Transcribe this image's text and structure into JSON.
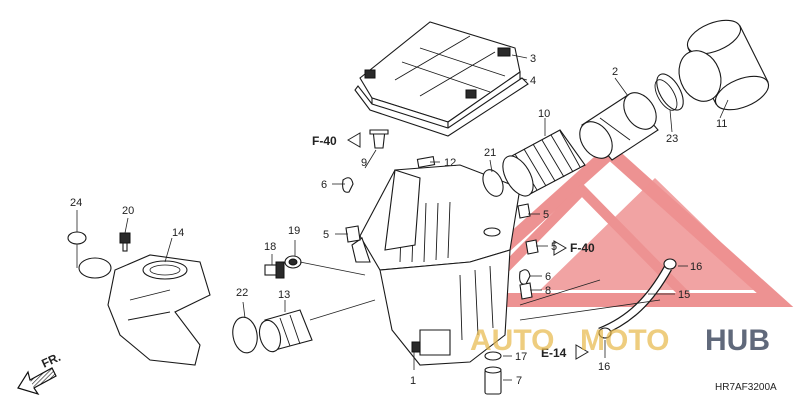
{
  "diagram": {
    "code": "HR7AF3200A",
    "direction_label": "FR.",
    "refs": [
      "F-40",
      "F-40",
      "E-14"
    ],
    "callouts": [
      "1",
      "2",
      "3",
      "4",
      "5",
      "5",
      "5",
      "6",
      "6",
      "7",
      "8",
      "9",
      "10",
      "11",
      "12",
      "13",
      "14",
      "15",
      "16",
      "16",
      "17",
      "18",
      "19",
      "20",
      "21",
      "22",
      "23",
      "24"
    ]
  },
  "watermark": {
    "brand_part1": "AUTO",
    "brand_part2": "MOTO",
    "brand_part3": "HUB",
    "accent_color": "#e03a3a",
    "gold_color": "#e8b84a",
    "dark_color": "#1e2a44"
  }
}
